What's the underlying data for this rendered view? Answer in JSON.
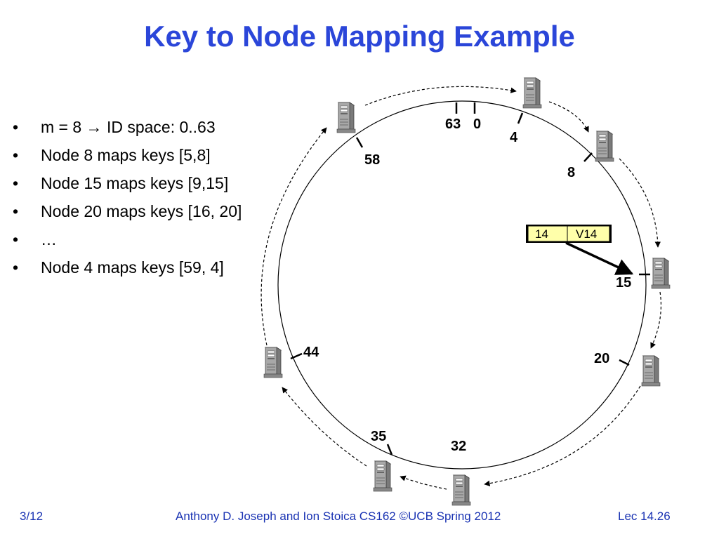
{
  "slide": {
    "title": "Key to Node Mapping Example",
    "bullets": [
      {
        "marker": "•",
        "text": "m = 8 → ID space: 0..63"
      },
      {
        "marker": "•",
        "text": "Node  8 maps keys [5,8]"
      },
      {
        "marker": "•",
        "text": "Node 15 maps keys [9,15]"
      },
      {
        "marker": "•",
        "text": "Node 20 maps keys [16, 20]"
      },
      {
        "marker": "•",
        "text": "…"
      },
      {
        "marker": "•",
        "text": "Node 4 maps keys [59, 4]"
      }
    ],
    "footer": {
      "left": "3/12",
      "center": "Anthony D. Joseph and Ion Stoica CS162 ©UCB Spring 2012",
      "right": "Lec 14.26"
    }
  },
  "ring": {
    "tick_labels": [
      "63",
      "0",
      "4",
      "8",
      "15",
      "20",
      "32",
      "35",
      "44",
      "58"
    ],
    "key_box": {
      "key": "14",
      "value": "V14",
      "fill": "#ffffaa"
    }
  },
  "colors": {
    "title": "#2b46d9",
    "footer": "#1a33b3"
  }
}
